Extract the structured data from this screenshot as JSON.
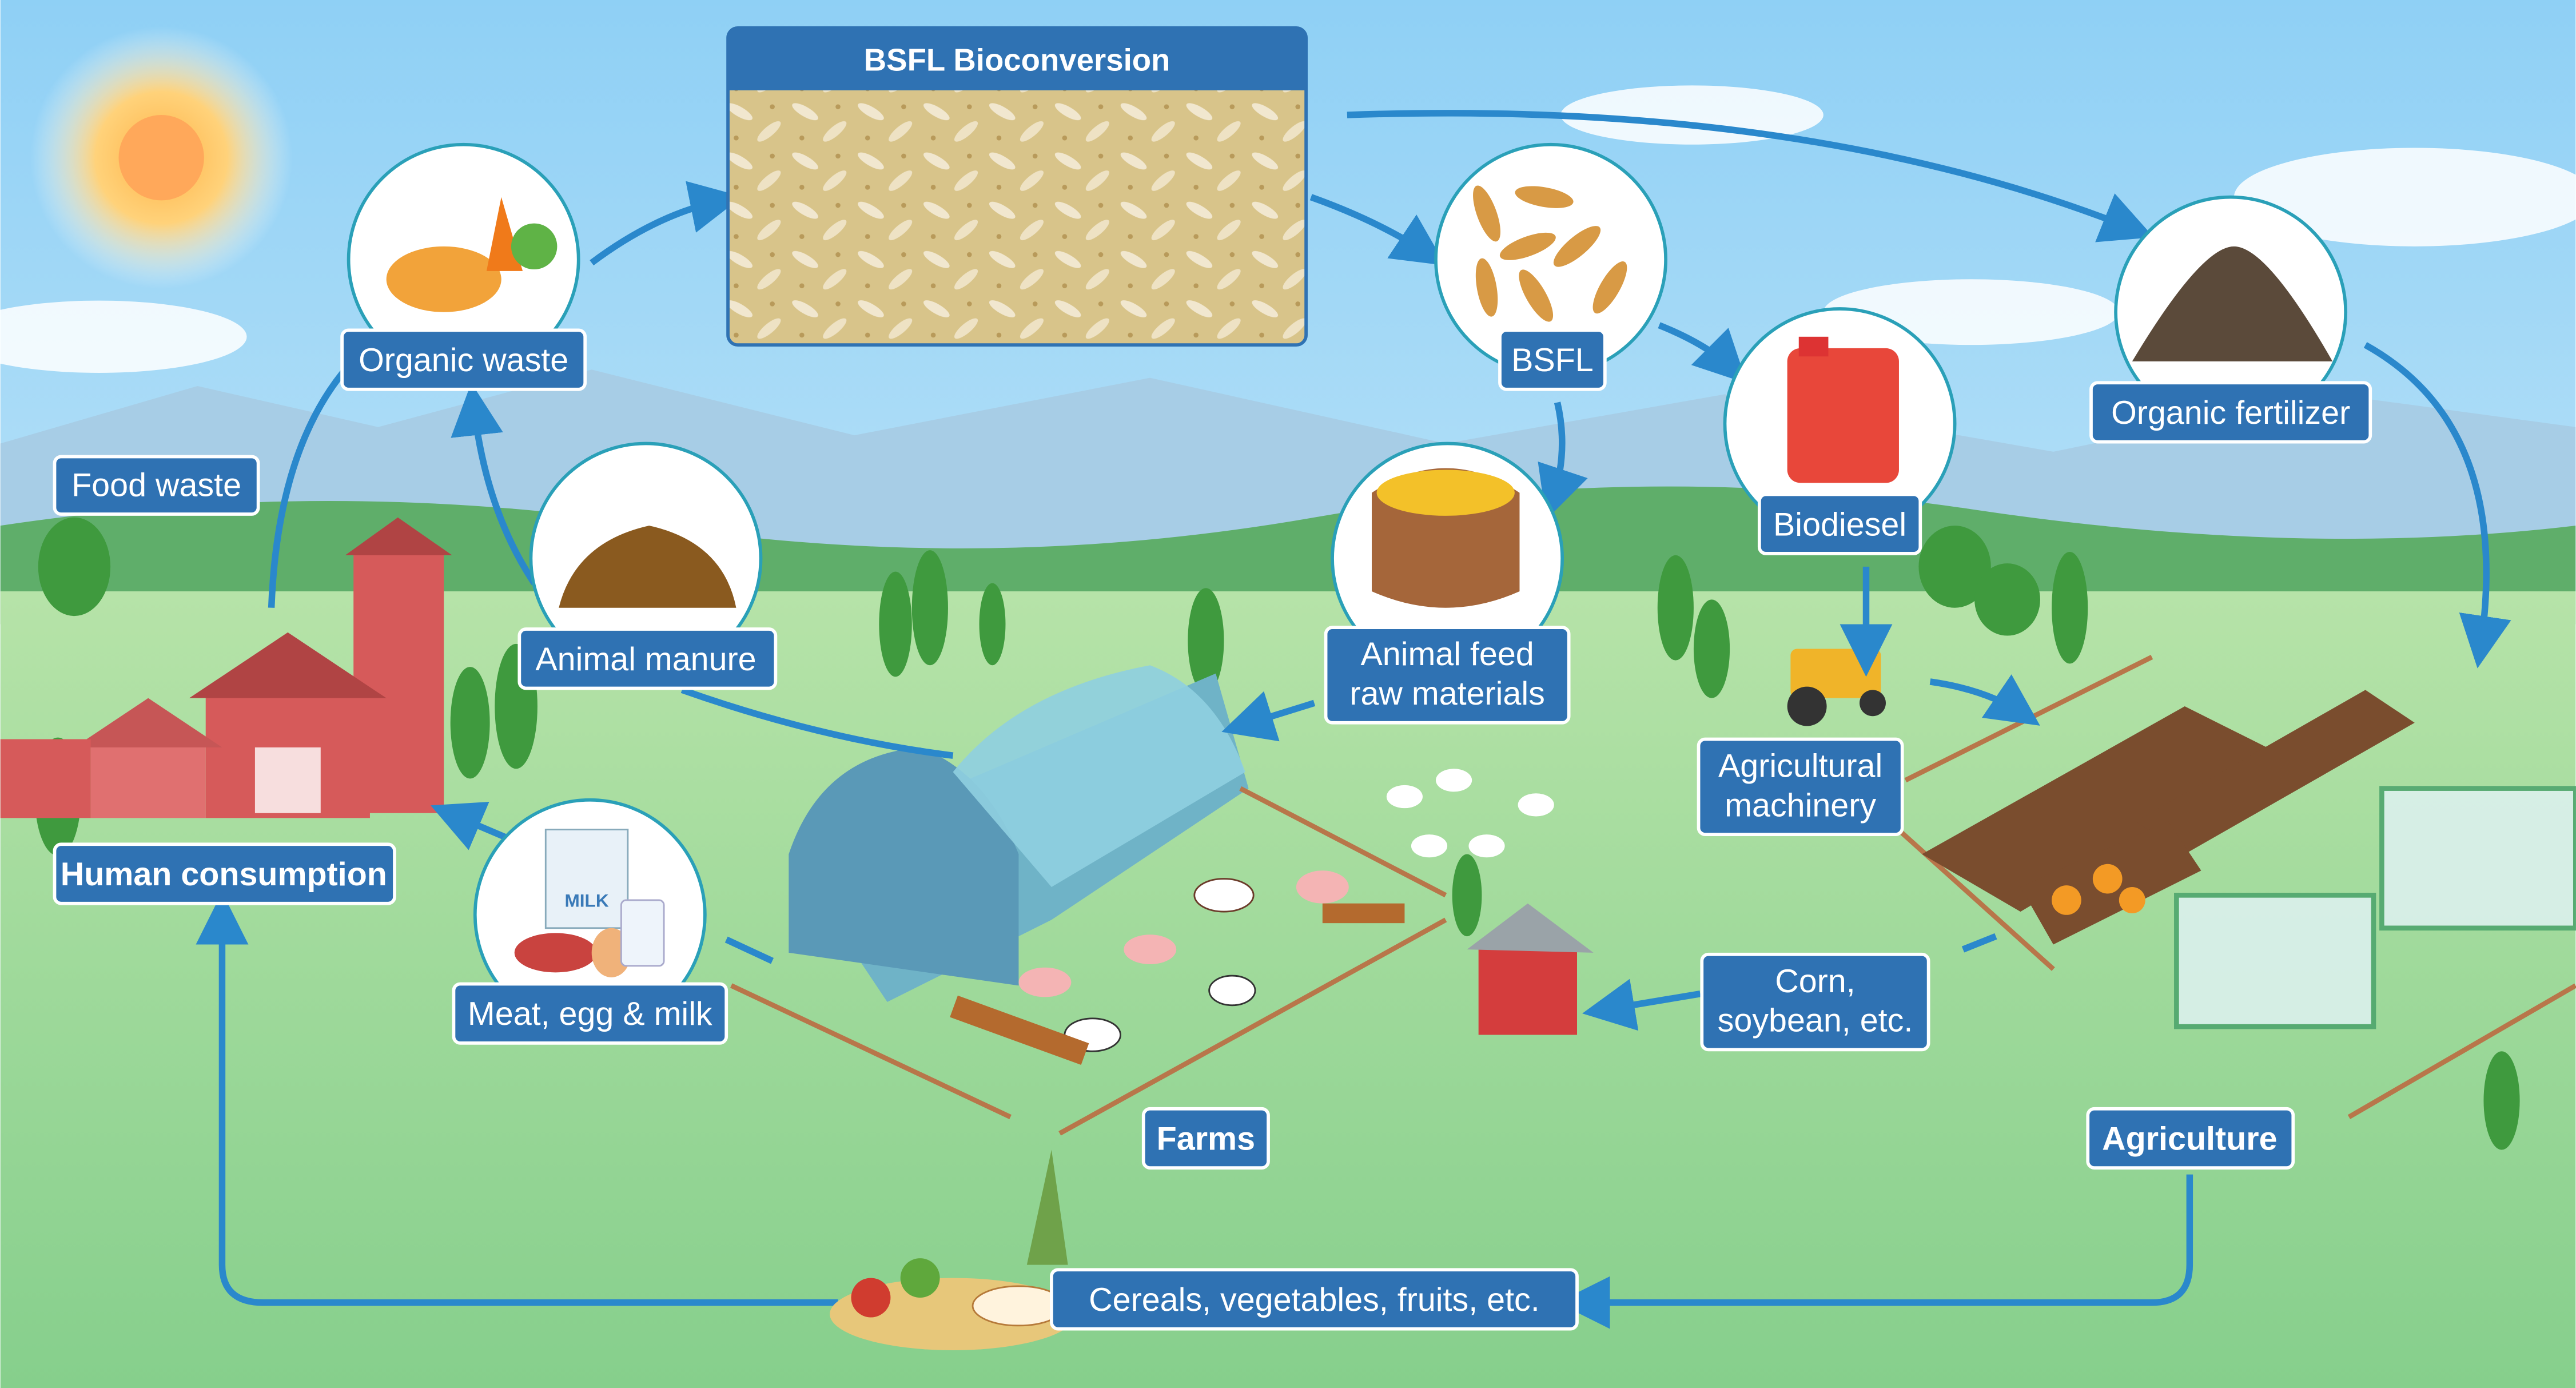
{
  "title": "BSFL Bioconversion",
  "nodes": {
    "organic_waste": "Organic waste",
    "food_waste": "Food waste",
    "animal_manure": "Animal manure",
    "human_consumption": "Human consumption",
    "meat_egg_milk": "Meat, egg & milk",
    "bsfl": "BSFL",
    "biodiesel": "Biodiesel",
    "organic_fertilizer": "Organic fertilizer",
    "animal_feed_line1": "Animal feed",
    "animal_feed_line2": "raw materials",
    "ag_machinery_line1": "Agricultural",
    "ag_machinery_line2": "machinery",
    "corn_line1": "Corn,",
    "corn_line2": "soybean, etc.",
    "farms": "Farms",
    "agriculture": "Agriculture",
    "cereals": "Cereals, vegetables, fruits, etc."
  },
  "milk_carton_text": "MILK",
  "colors": {
    "label_bg": "#2f72b3",
    "arrow": "#2a88cc",
    "sky_top": "#8fd0f5",
    "field": "#9bd89a"
  }
}
